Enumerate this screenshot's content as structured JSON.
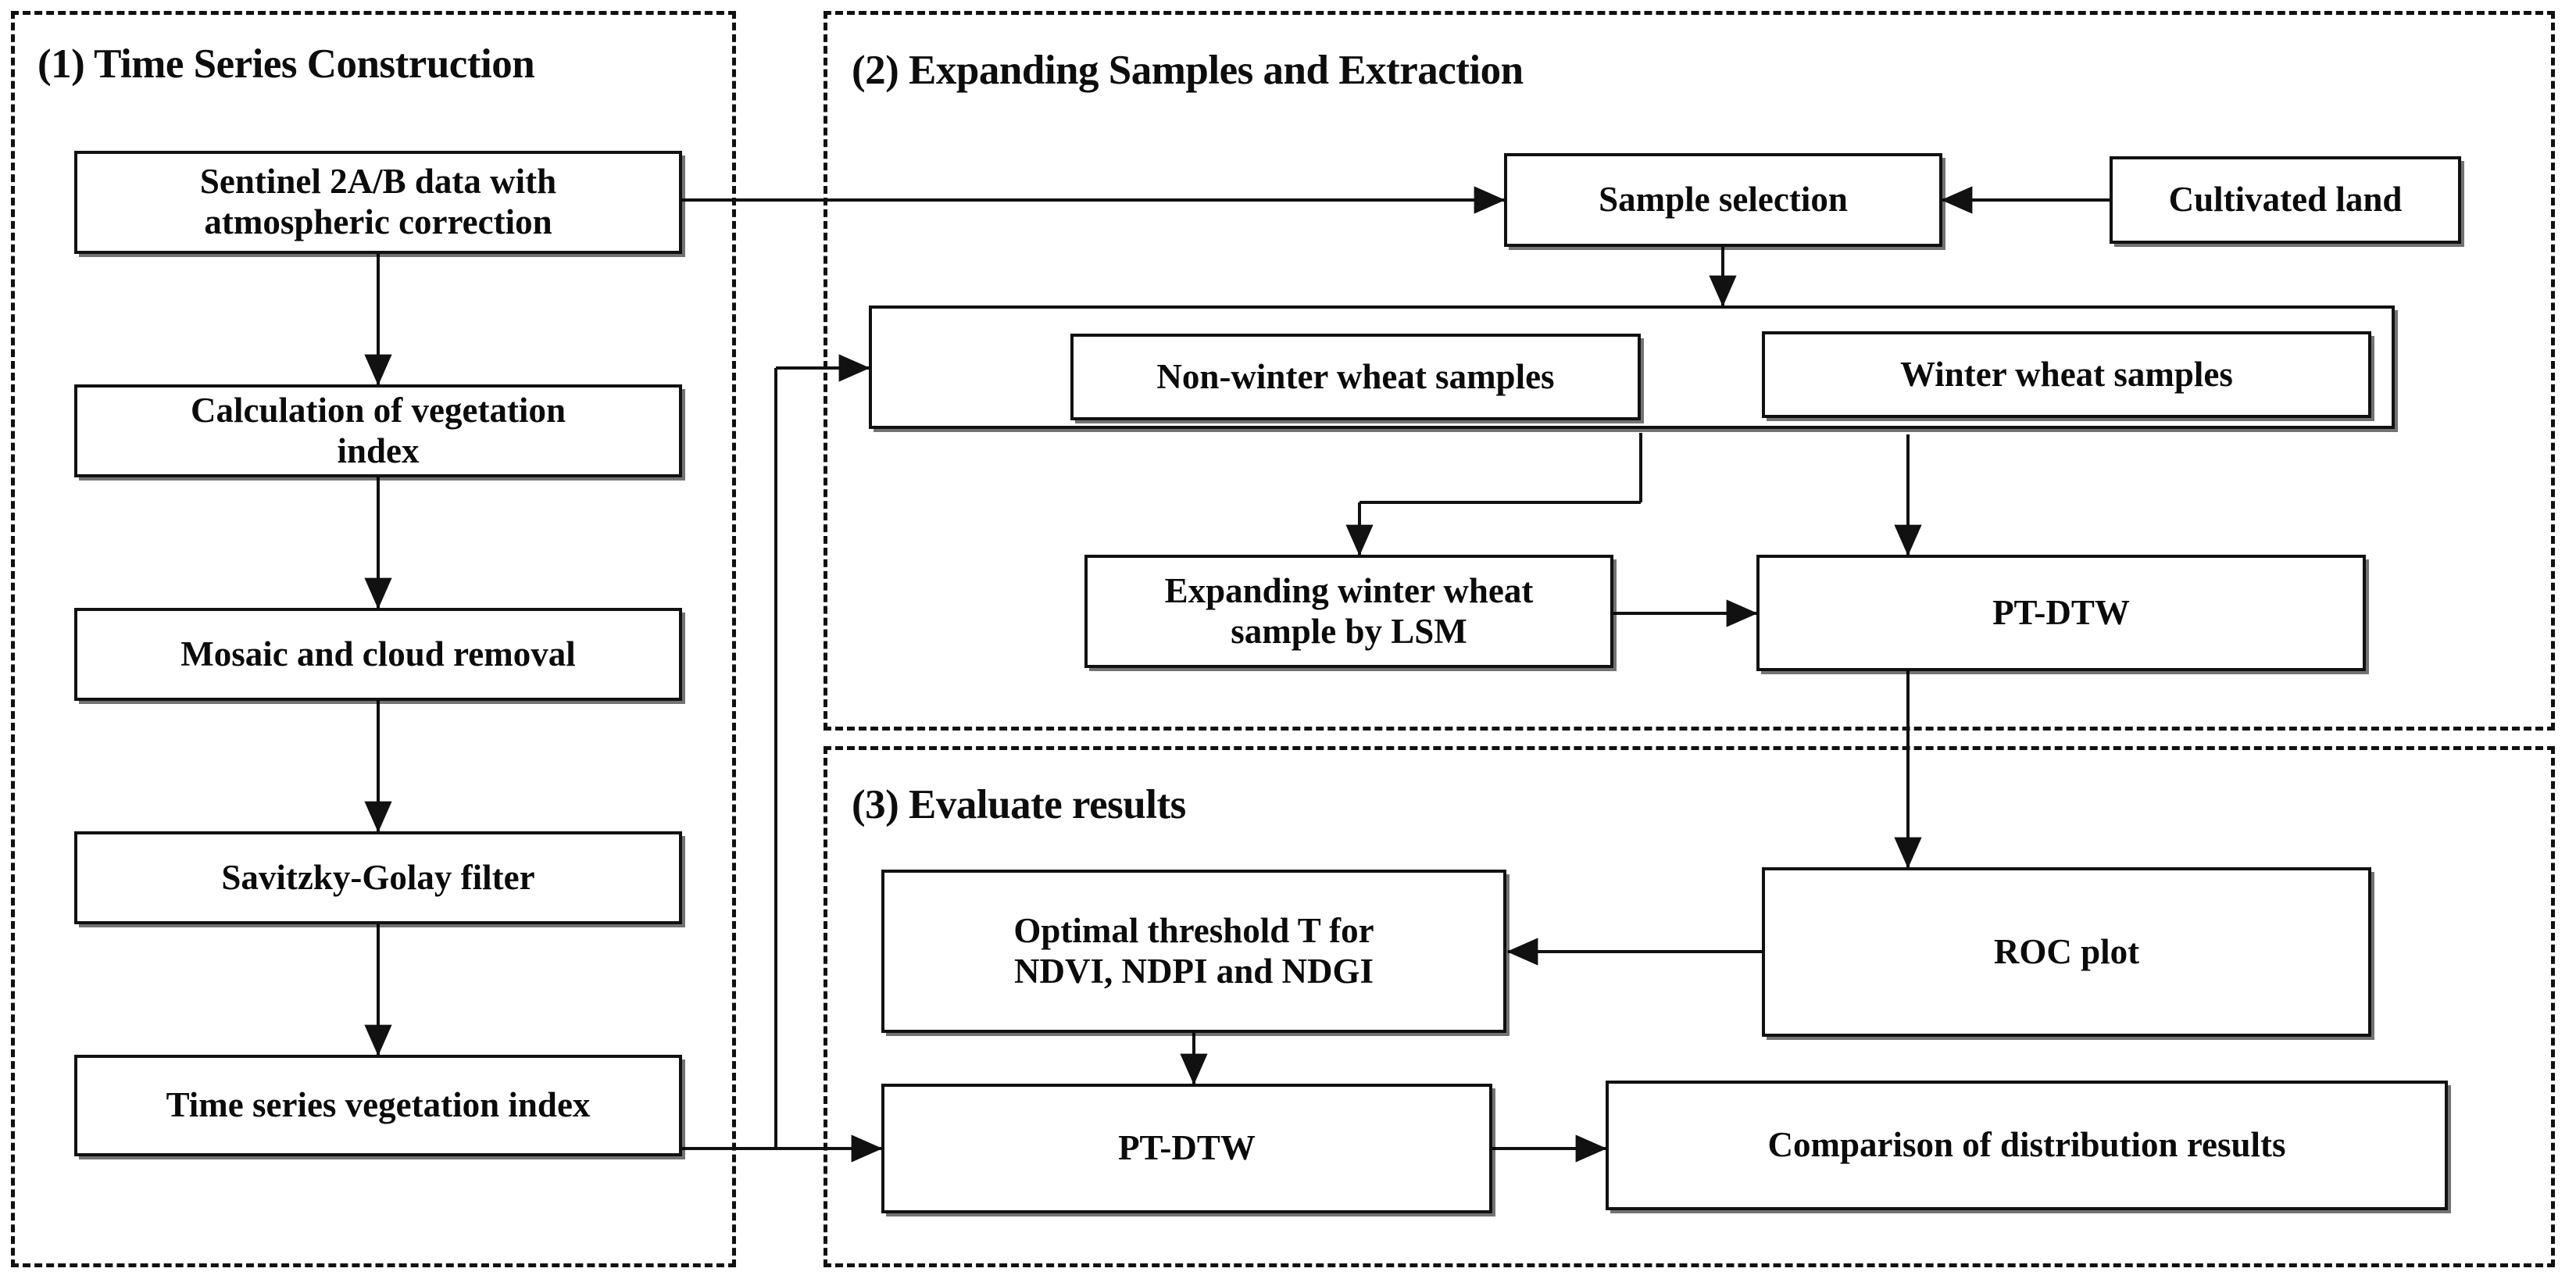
{
  "figure": {
    "type": "flowchart",
    "description": "Three-stage methodology flowchart for winter wheat mapping from Sentinel-2 time series"
  },
  "panels": [
    {
      "id": "p1",
      "title": "(1) Time Series Construction"
    },
    {
      "id": "p2",
      "title": "(2) Expanding Samples and Extraction"
    },
    {
      "id": "p3",
      "title": "(3) Evaluate results"
    }
  ],
  "nodes": {
    "sentinel": {
      "label": "Sentinel 2A/B data with atmospheric correction",
      "line1": "Sentinel 2A/B data with",
      "line2": "atmospheric correction"
    },
    "veg_index": {
      "label": "Calculation of vegetation index",
      "line1": "Calculation of vegetation",
      "line2": "index"
    },
    "mosaic": {
      "label": "Mosaic and cloud removal"
    },
    "sg_filter": {
      "label": "Savitzky-Golay filter"
    },
    "time_series": {
      "label": "Time series vegetation index"
    },
    "sample_select": {
      "label": "Sample selection"
    },
    "cultivated": {
      "label": "Cultivated land"
    },
    "non_winter": {
      "label": "Non-winter wheat samples"
    },
    "winter": {
      "label": "Winter wheat samples"
    },
    "expanding": {
      "label": "Expanding winter wheat sample by LSM",
      "line1": "Expanding winter wheat",
      "line2": "sample by LSM"
    },
    "ptdtw2": {
      "label": "PT-DTW"
    },
    "threshold": {
      "label": "Optimal threshold T for NDVI, NDPI and NDGI",
      "line1": "Optimal threshold T for",
      "line2": "NDVI, NDPI and NDGI"
    },
    "roc": {
      "label": "ROC plot"
    },
    "ptdtw3": {
      "label": "PT-DTW"
    },
    "comparison": {
      "label": "Comparison of distribution results"
    }
  },
  "edges": [
    {
      "from": "sentinel",
      "to": "veg_index",
      "kind": "arrow-down"
    },
    {
      "from": "veg_index",
      "to": "mosaic",
      "kind": "arrow-down"
    },
    {
      "from": "mosaic",
      "to": "sg_filter",
      "kind": "arrow-down"
    },
    {
      "from": "sg_filter",
      "to": "time_series",
      "kind": "arrow-down"
    },
    {
      "from": "sentinel",
      "to": "sample_select",
      "kind": "arrow-right"
    },
    {
      "from": "cultivated",
      "to": "sample_select",
      "kind": "arrow-left"
    },
    {
      "from": "sample_select",
      "to": "samples_group",
      "kind": "arrow-down"
    },
    {
      "from": "time_series",
      "to": "samples_group",
      "kind": "elbow-right-up"
    },
    {
      "from": "time_series",
      "to": "ptdtw3",
      "kind": "arrow-right"
    },
    {
      "from": "non_winter",
      "to": "expanding",
      "kind": "elbow-down-left"
    },
    {
      "from": "winter",
      "to": "ptdtw2",
      "kind": "arrow-down"
    },
    {
      "from": "expanding",
      "to": "ptdtw2",
      "kind": "arrow-right"
    },
    {
      "from": "ptdtw2",
      "to": "roc",
      "kind": "arrow-down"
    },
    {
      "from": "roc",
      "to": "threshold",
      "kind": "arrow-left"
    },
    {
      "from": "threshold",
      "to": "ptdtw3",
      "kind": "arrow-down"
    },
    {
      "from": "ptdtw3",
      "to": "comparison",
      "kind": "arrow-right"
    }
  ],
  "colors": {
    "line": "#111111",
    "box_border": "#111111",
    "text": "#0b0b0b",
    "background": "#ffffff",
    "panel_border": "#111111"
  }
}
